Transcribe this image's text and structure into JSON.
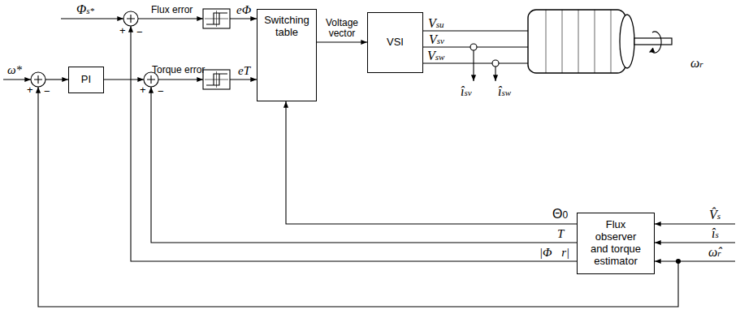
{
  "diagram": {
    "nodes": [
      {
        "text": [
          "PI"
        ]
      },
      {
        "text": [
          "Switching table"
        ]
      },
      {
        "text": [
          "VSI"
        ]
      },
      {
        "text": [
          "Flux observer and torque estimator"
        ]
      }
    ],
    "edges": [
      {
        "from": 1,
        "to": 2,
        "arrow": "to",
        "label": "Voltage vector"
      },
      {
        "from": 3,
        "to": 1,
        "arrow": "to",
        "label": "Θ0"
      }
    ],
    "labels": [
      "Φs*",
      "+",
      "−",
      "Flux error",
      "eΦ",
      "ω*",
      "+",
      "−",
      "Torque error",
      "+",
      "−",
      "eT",
      "Vsu",
      "Vsv",
      "Vsw",
      "îsv",
      "îsw",
      "ωr",
      "T",
      "|Φ⃗r|",
      "V̂s",
      "îs",
      "ω̂r"
    ]
  }
}
